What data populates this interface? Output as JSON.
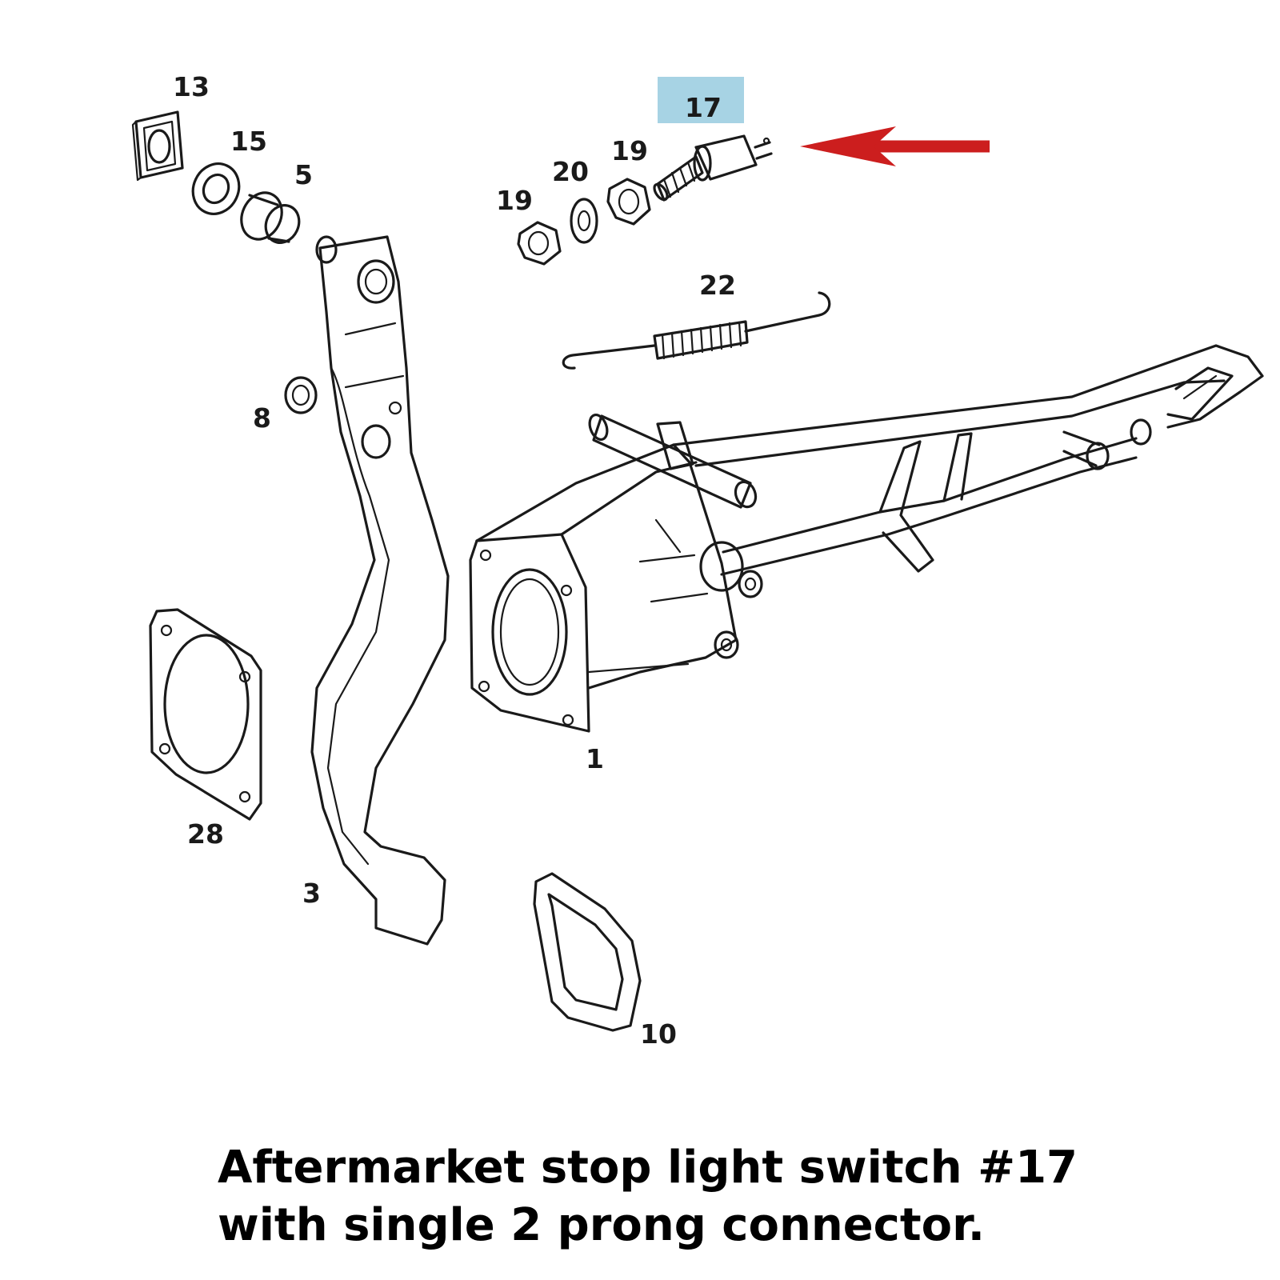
{
  "diagram": {
    "callouts": [
      {
        "id": "13",
        "label": "13"
      },
      {
        "id": "15",
        "label": "15"
      },
      {
        "id": "5",
        "label": "5"
      },
      {
        "id": "17",
        "label": "17"
      },
      {
        "id": "20",
        "label": "20"
      },
      {
        "id": "19a",
        "label": "19"
      },
      {
        "id": "19b",
        "label": "19"
      },
      {
        "id": "22",
        "label": "22"
      },
      {
        "id": "8",
        "label": "8"
      },
      {
        "id": "1",
        "label": "1"
      },
      {
        "id": "28",
        "label": "28"
      },
      {
        "id": "3",
        "label": "3"
      },
      {
        "id": "10",
        "label": "10"
      }
    ],
    "highlight": {
      "target": "17",
      "color": "#a7d3e4"
    },
    "arrow": {
      "points_to": "17",
      "color": "#cc1e1e"
    }
  },
  "caption": {
    "line1": "Aftermarket stop light switch #17",
    "line2": "with single 2 prong connector."
  }
}
